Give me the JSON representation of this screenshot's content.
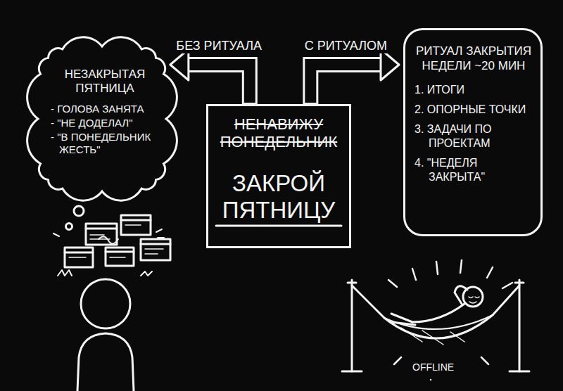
{
  "diagram": {
    "nodes": [
      {
        "text": [
          "НЕЗАКРЫТАЯ ПЯТНИЦА",
          "- ГОЛОВА ЗАНЯТА",
          "- \"НЕ ДОДЕЛАЛ\"",
          "- \"В ПОНЕДЕЛЬНИК ЖЕСТЬ\""
        ]
      },
      {
        "text": [
          "НЕНАВИЖУ ПОНЕДЕЛЬНИК",
          "ЗАКРОЙ ПЯТНИЦУ"
        ]
      },
      {
        "text": [
          "РИТУАЛ ЗАКРЫТИЯ НЕДЕЛИ ~20 МИН",
          "1. ИТОГИ",
          "2. ОПОРНЫЕ ТОЧКИ",
          "3. ЗАДАЧИ ПО ПРОЕКТАМ",
          "4. \"НЕДЕЛЯ ЗАКРЫТА\""
        ]
      }
    ],
    "edges": [
      {
        "from": 1,
        "to": 0,
        "label": "БЕЗ РИТУАЛА",
        "arrow": "to"
      },
      {
        "from": 1,
        "to": 2,
        "label": "С РИТУАЛОМ",
        "arrow": "to"
      }
    ],
    "labels": [
      "OFFLINE"
    ]
  }
}
